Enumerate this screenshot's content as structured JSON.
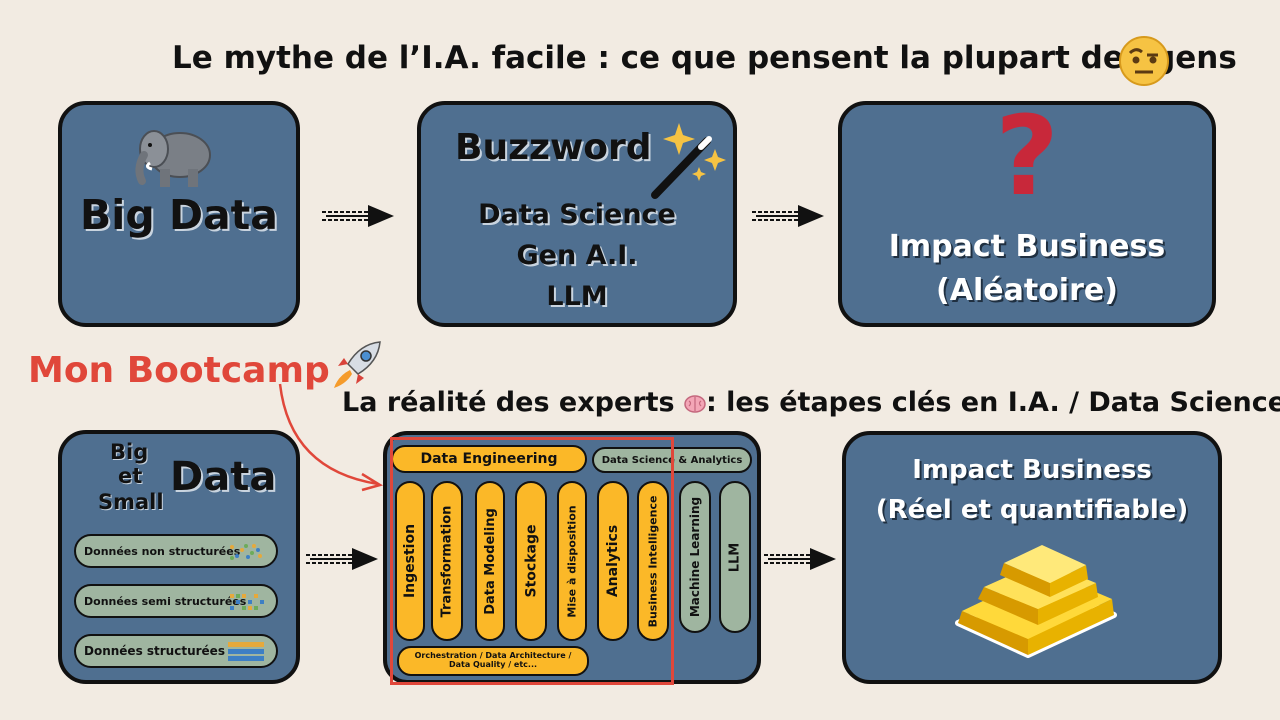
{
  "top_title": "Le mythe de l’I.A. facile : ce que pensent la plupart des gens",
  "top_row": {
    "big_data": "Big Data",
    "buzzword": {
      "title": "Buzzword",
      "lines": [
        "Data Science",
        "Gen A.I.",
        "LLM"
      ]
    },
    "impact": {
      "question": "?",
      "line1": "Impact Business",
      "line2": "(Aléatoire)"
    }
  },
  "bootcamp_label": "Mon Bootcamp",
  "bottom_title": "La réalité des experts",
  "bottom_title_rest": ": les étapes clés en I.A. / Data Science",
  "bottom_row": {
    "data_box": {
      "big": "Big",
      "et": "et",
      "small": "Small",
      "data": "Data",
      "items": [
        "Données non structurées",
        "Données semi structurées",
        "Données structurées"
      ]
    },
    "process": {
      "data_engineering": "Data Engineering",
      "data_science": "Data Science & Analytics",
      "steps_orange": [
        "Ingestion",
        "Transformation",
        "Data Modeling",
        "Stockage",
        "Mise à disposition",
        "Analytics",
        "Business Intelligence"
      ],
      "steps_green": [
        "Machine Learning",
        "LLM"
      ],
      "orchestration": "Orchestration / Data Architecture / Data Quality / etc..."
    },
    "impact": {
      "line1": "Impact Business",
      "line2": "(Réel et quantifiable)"
    }
  },
  "colors": {
    "box": "#4f6f90",
    "orange": "#fbb828",
    "green": "#9fb5a0",
    "red": "#e0473a",
    "background": "#f2ebe2"
  }
}
